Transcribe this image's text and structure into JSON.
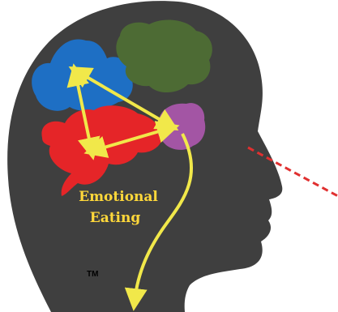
{
  "diagram": {
    "label_line1": "Emotional",
    "label_line2": "Eating",
    "trademark": "TM"
  },
  "colors": {
    "background": "#ffffff",
    "head": "#3f3f3f",
    "region_top_left": "#1e6fc4",
    "region_top_right": "#4d6b34",
    "region_left": "#e52528",
    "region_right": "#a355a4",
    "arrow": "#f1e84a",
    "label": "#ffd83a",
    "gaze_line": "#e03030"
  }
}
